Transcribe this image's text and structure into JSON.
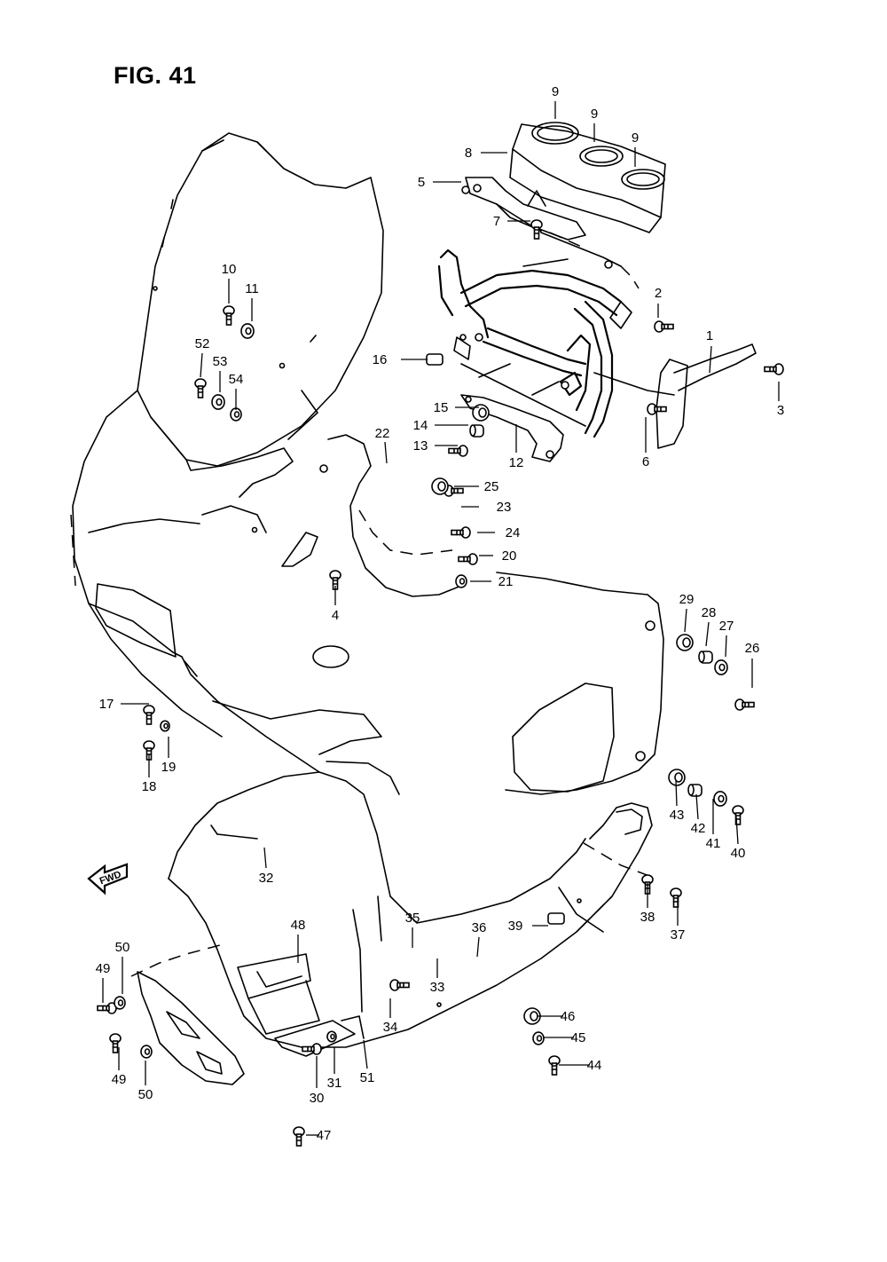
{
  "figure": {
    "title": "FIG. 41"
  },
  "fwd_label": "FWD",
  "callouts": [
    "1",
    "2",
    "3",
    "4",
    "5",
    "6",
    "7",
    "8",
    "9",
    "9",
    "9",
    "10",
    "11",
    "12",
    "13",
    "14",
    "15",
    "16",
    "17",
    "18",
    "19",
    "20",
    "21",
    "22",
    "23",
    "24",
    "25",
    "26",
    "27",
    "28",
    "29",
    "30",
    "31",
    "32",
    "33",
    "34",
    "35",
    "36",
    "37",
    "38",
    "39",
    "40",
    "41",
    "42",
    "43",
    "44",
    "45",
    "46",
    "47",
    "48",
    "49",
    "49",
    "50",
    "50",
    "51",
    "52",
    "53",
    "54"
  ],
  "colors": {
    "line": "#000000",
    "background": "#ffffff"
  }
}
